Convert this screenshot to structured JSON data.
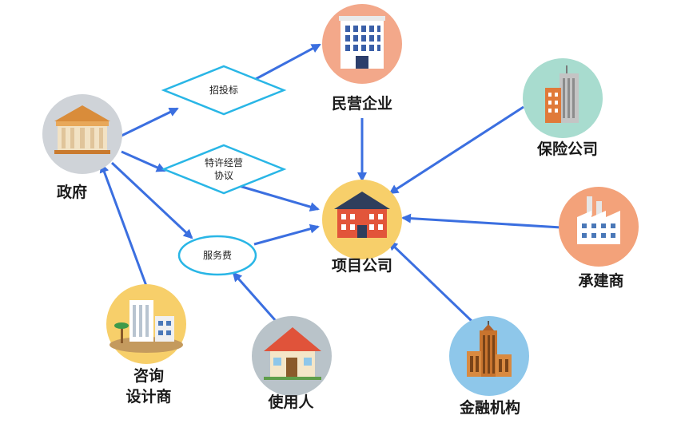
{
  "nodes": {
    "government": {
      "label": "政府",
      "bg": "#cfd3d8",
      "icon": "government-building-icon"
    },
    "private_enterprise": {
      "label": "民营企业",
      "bg": "#f3a88a",
      "icon": "office-building-icon"
    },
    "insurance": {
      "label": "保险公司",
      "bg": "#a8dccf",
      "icon": "office-tower-icon"
    },
    "project_company": {
      "label": "项目公司",
      "bg": "#f7cf6a",
      "icon": "company-building-icon"
    },
    "contractor": {
      "label": "承建商",
      "bg": "#f3a27a",
      "icon": "factory-icon"
    },
    "consulting": {
      "label_line1": "咨询",
      "label_line2": "设计商",
      "bg": "#f7cf6a",
      "icon": "office-with-palm-icon"
    },
    "user": {
      "label": "使用人",
      "bg": "#b9c3c9",
      "icon": "house-icon"
    },
    "finance": {
      "label": "金融机构",
      "bg": "#8ec7ea",
      "icon": "skyscraper-icon"
    }
  },
  "shapes": {
    "bidding": {
      "label": "招投标"
    },
    "franchise": {
      "label_line1": "特许经营",
      "label_line2": "协议"
    },
    "service_fee": {
      "label": "服务费"
    }
  },
  "colors": {
    "edge": "#3b6fe0",
    "shape_stroke": "#29b6e6"
  }
}
